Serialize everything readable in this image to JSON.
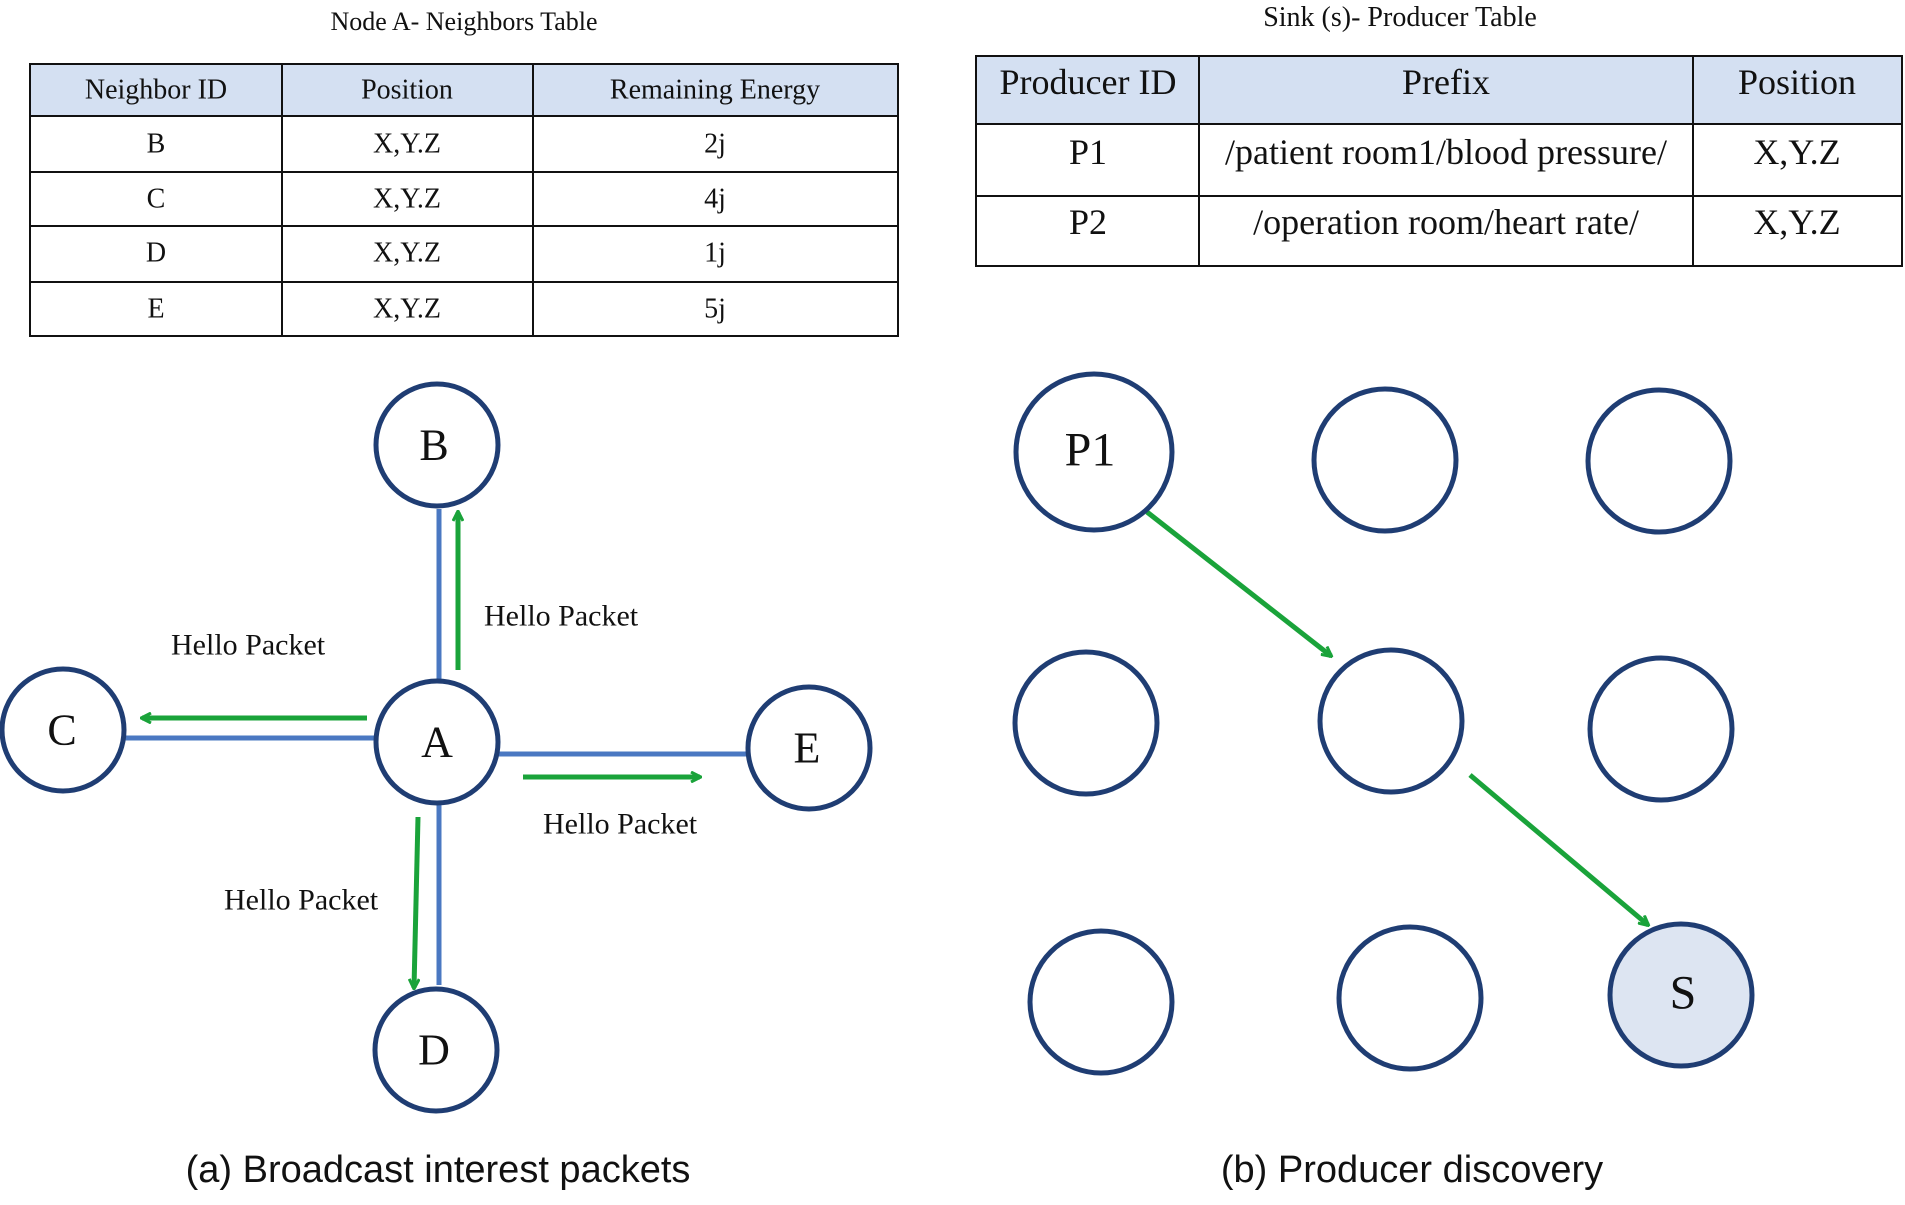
{
  "neighbors_table": {
    "title": "Node A- Neighbors Table",
    "headers": [
      "Neighbor ID",
      "Position",
      "Remaining  Energy"
    ],
    "rows": [
      [
        "B",
        "X,Y.Z",
        "2j"
      ],
      [
        "C",
        "X,Y.Z",
        "4j"
      ],
      [
        "D",
        "X,Y.Z",
        "1j"
      ],
      [
        "E",
        "X,Y.Z",
        "5j"
      ]
    ]
  },
  "producer_table": {
    "title": "Sink (s)- Producer Table",
    "headers": [
      "Producer  ID",
      "Prefix",
      "Position"
    ],
    "rows": [
      [
        "P1",
        "/patient room1/blood pressure/",
        "X,Y.Z"
      ],
      [
        "P2",
        "/operation room/heart rate/",
        "X,Y.Z"
      ]
    ]
  },
  "diagram_a": {
    "caption": "(a) Broadcast interest packets",
    "nodes": {
      "a": "A",
      "b": "B",
      "c": "C",
      "d": "D",
      "e": "E"
    },
    "packet_labels": {
      "to_b": "Hello Packet",
      "to_c": "Hello Packet",
      "to_d": "Hello Packet",
      "to_e": "Hello Packet"
    }
  },
  "diagram_b": {
    "caption": "(b) Producer discovery",
    "producer_label": "P1",
    "sink_label": "S"
  },
  "colors": {
    "node_stroke": "#1f3d73",
    "link_blue": "#4a78c2",
    "arrow_green": "#1aa33a",
    "table_header_fill": "#d4e0f2",
    "sink_fill": "#dde5f2"
  },
  "icons": {
    "arrowhead": "arrowhead-icon"
  }
}
